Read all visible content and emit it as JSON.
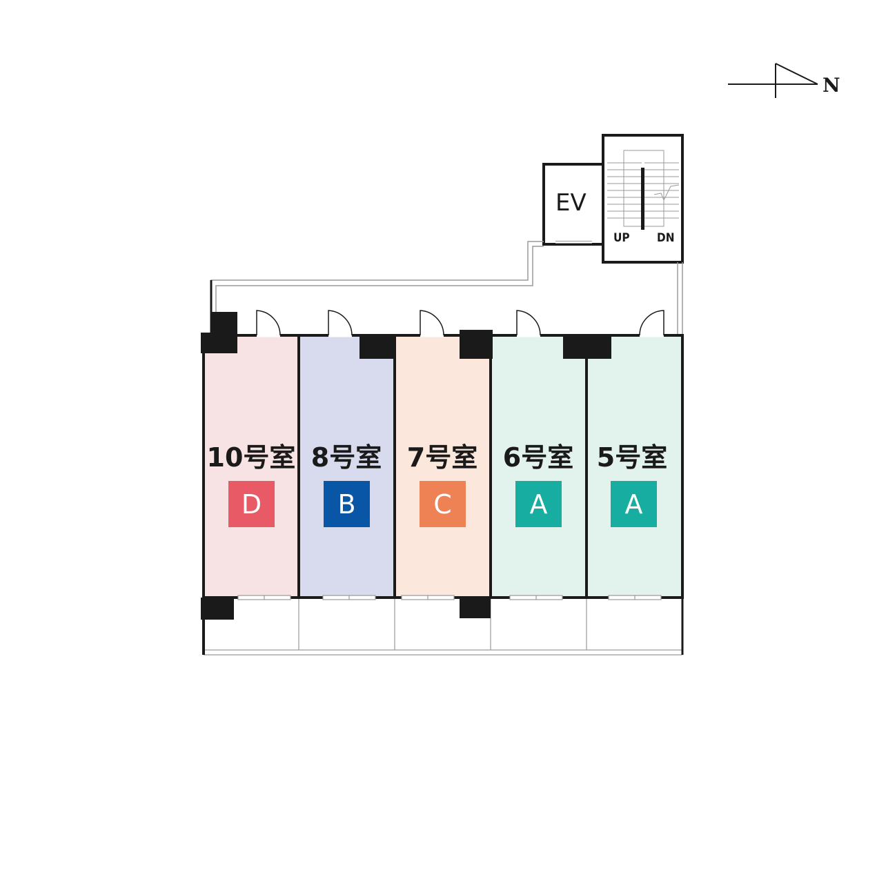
{
  "compass": {
    "label": "N"
  },
  "elevator": {
    "label": "EV"
  },
  "stairs": {
    "up_label": "UP",
    "down_label": "DN"
  },
  "units": [
    {
      "name": "10号室",
      "type": "D",
      "room_color": "#f8e3e4",
      "type_color": "#e85a65"
    },
    {
      "name": "8号室",
      "type": "B",
      "room_color": "#d7dbed",
      "type_color": "#0a56a6"
    },
    {
      "name": "7号室",
      "type": "C",
      "room_color": "#fbe7dc",
      "type_color": "#ee8255"
    },
    {
      "name": "6号室",
      "type": "A",
      "room_color": "#e2f2ec",
      "type_color": "#17ada1"
    },
    {
      "name": "5号室",
      "type": "A",
      "room_color": "#e2f2ec",
      "type_color": "#17ada1"
    }
  ]
}
